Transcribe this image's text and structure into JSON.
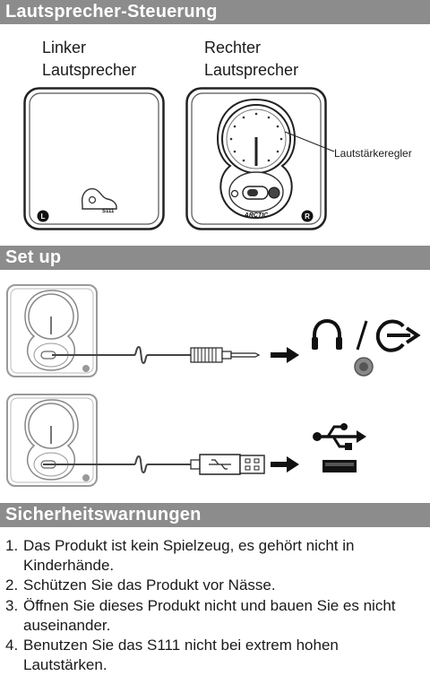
{
  "sections": {
    "control_title": "Lautsprecher-Steuerung",
    "setup_title": "Set up",
    "safety_title": "Sicherheitswarnungen"
  },
  "speakers": {
    "left_label_line1": "Linker",
    "left_label_line2": "Lautsprecher",
    "right_label_line1": "Rechter",
    "right_label_line2": "Lautsprecher",
    "volume_callout": "Lautstärkeregler",
    "left_badge": "L",
    "right_badge": "R",
    "brand_logo": "ARCTIC",
    "model_mark": "S111"
  },
  "icons": {
    "headphones": "headphones-icon",
    "line_out": "line-out-icon",
    "usb": "usb-icon"
  },
  "warnings": [
    {
      "num": "1.",
      "text": "Das Produkt ist kein Spielzeug, es gehört nicht in Kinderhände."
    },
    {
      "num": "2.",
      "text": "Schützen Sie das Produkt vor Nässe."
    },
    {
      "num": "3.",
      "text": "Öffnen Sie dieses Produkt nicht und bauen Sie es nicht auseinander."
    },
    {
      "num": "4.",
      "text": "Benutzen Sie das S111 nicht bei extrem hohen Lautstärken."
    }
  ]
}
